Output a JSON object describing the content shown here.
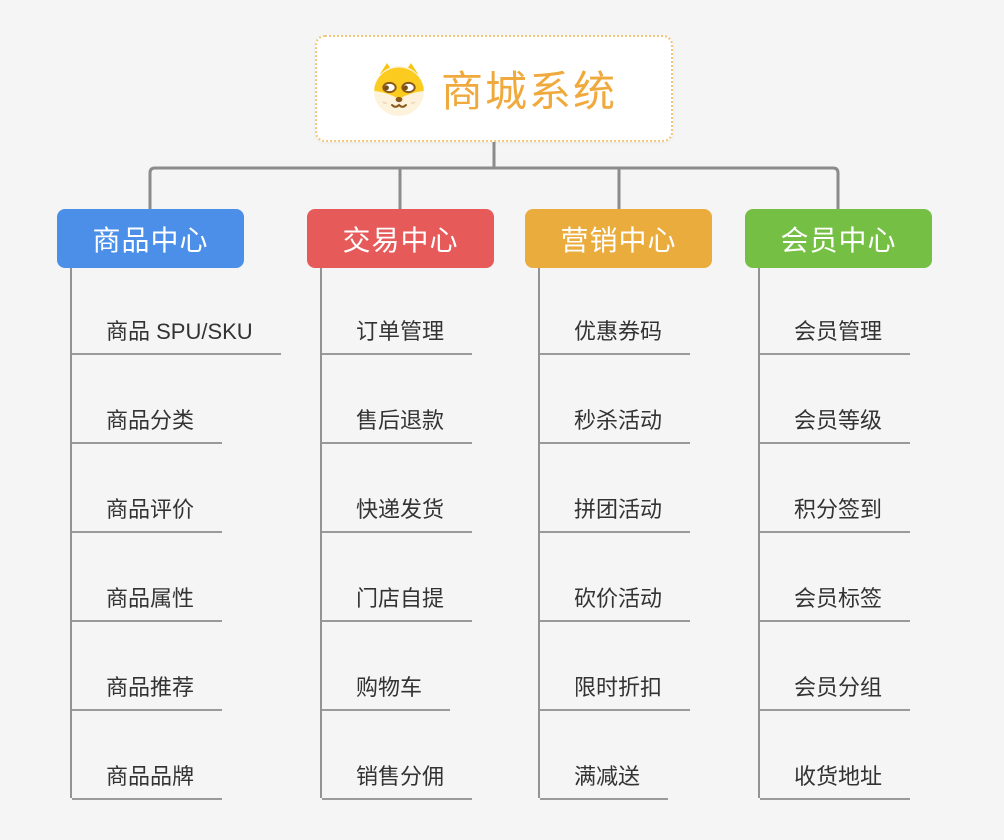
{
  "root": {
    "title": "商城系统",
    "icon": "dog-face-icon"
  },
  "colors": {
    "background": "#F5F5F5",
    "connector": "#8C8C8C",
    "root_title": "#F0A93C",
    "root_border": "#F2C77B",
    "item_text": "#333333",
    "branch_blue": "#4B8FE8",
    "branch_red": "#E65A5A",
    "branch_orange": "#EBAC3E",
    "branch_green": "#75C044"
  },
  "branches": [
    {
      "label": "商品中心",
      "color": "#4B8FE8",
      "items": [
        "商品 SPU/SKU",
        "商品分类",
        "商品评价",
        "商品属性",
        "商品推荐",
        "商品品牌"
      ]
    },
    {
      "label": "交易中心",
      "color": "#E65A5A",
      "items": [
        "订单管理",
        "售后退款",
        "快递发货",
        "门店自提",
        "购物车",
        "销售分佣"
      ]
    },
    {
      "label": "营销中心",
      "color": "#EBAC3E",
      "items": [
        "优惠券码",
        "秒杀活动",
        "拼团活动",
        "砍价活动",
        "限时折扣",
        "满减送"
      ]
    },
    {
      "label": "会员中心",
      "color": "#75C044",
      "items": [
        "会员管理",
        "会员等级",
        "积分签到",
        "会员标签",
        "会员分组",
        "收货地址"
      ]
    }
  ]
}
